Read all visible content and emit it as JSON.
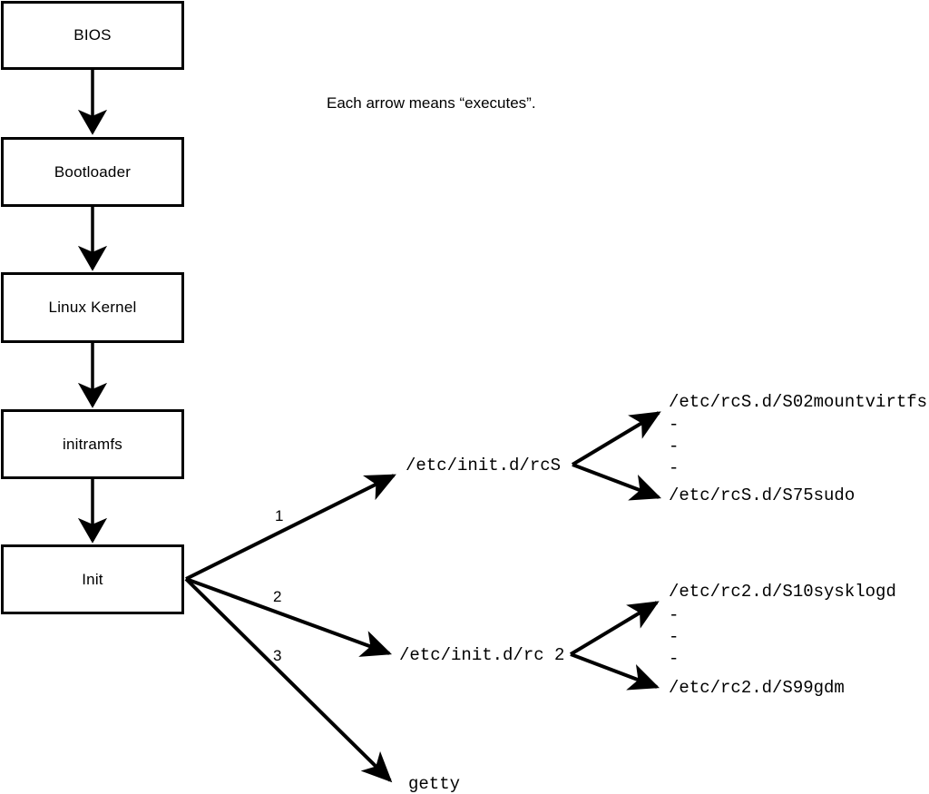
{
  "diagram": {
    "caption": "Each arrow means “executes”.",
    "boot_chain": [
      {
        "label": "BIOS"
      },
      {
        "label": "Bootloader"
      },
      {
        "label": "Linux Kernel"
      },
      {
        "label": "initramfs"
      },
      {
        "label": "Init"
      }
    ],
    "init_branches": [
      {
        "number": "1",
        "target": "/etc/init.d/rcS"
      },
      {
        "number": "2",
        "target": "/etc/init.d/rc 2"
      },
      {
        "number": "3",
        "target": "getty"
      }
    ],
    "rcs_scripts": {
      "first": "/etc/rcS.d/S02mountvirtfs",
      "ellipsis": [
        "-",
        "-",
        "-"
      ],
      "last": "/etc/rcS.d/S75sudo"
    },
    "rc2_scripts": {
      "first": "/etc/rc2.d/S10sysklogd",
      "ellipsis": [
        "-",
        "-",
        "-"
      ],
      "last": "/etc/rc2.d/S99gdm"
    },
    "colors": {
      "stroke": "#000000",
      "background": "#ffffff"
    }
  }
}
